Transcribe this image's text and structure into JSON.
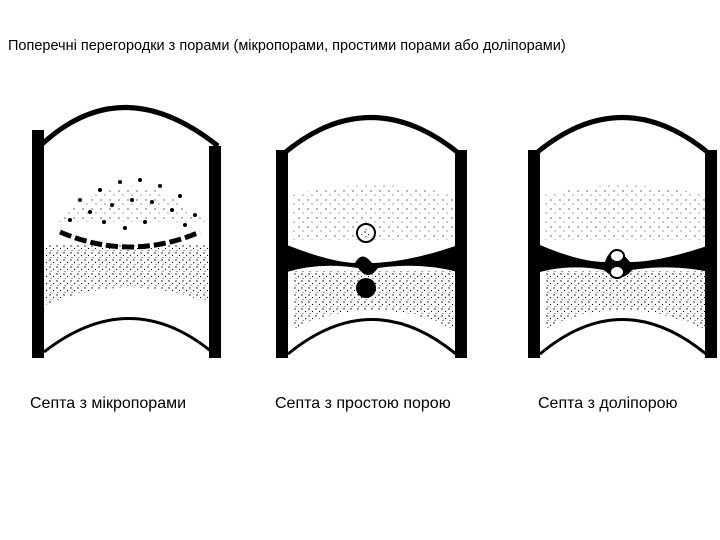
{
  "title": "Поперечні перегородки з порами (мікропорами, простими порами або доліпорами)",
  "panels": [
    {
      "icon": "septum-micropores-icon",
      "caption": "Септа з мікропорами"
    },
    {
      "icon": "septum-simple-pore-icon",
      "caption": "Септа з простою порою"
    },
    {
      "icon": "septum-dolipore-icon",
      "caption": "Септа з доліпорою"
    }
  ]
}
